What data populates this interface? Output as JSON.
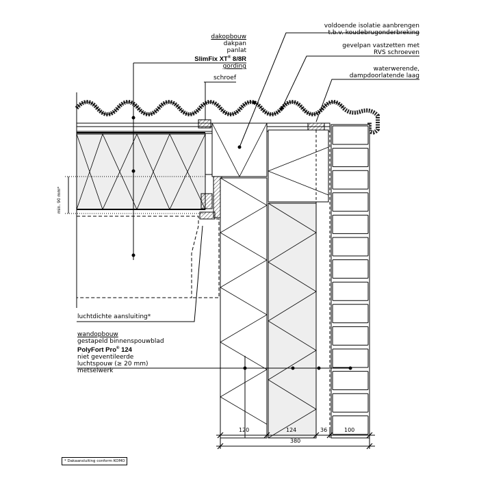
{
  "labels": {
    "dakopbouw": "dakopbouw",
    "dakpan": "dakpan",
    "panlat": "panlat",
    "slimfix": "SlimFix XT",
    "slimfix_reg": "®",
    "slimfix_suffix": " 8/8R",
    "gording": "gording",
    "schroef": "schroef",
    "isolatie_1": "voldoende isolatie aanbrengen",
    "isolatie_2": "t.b.v. koudebrugonderbreking",
    "gevelpan_1": "gevelpan vastzetten met",
    "gevelpan_2": "RVS schroeven",
    "water_1": "waterwerende,",
    "water_2": "dampdoorlatende laag",
    "luchtdicht": "luchtdichte aansluiting*",
    "wandopbouw": "wandopbouw",
    "binnenblad": "gestapeld binnenspouwblad",
    "polyfort": "PolyFort Pro",
    "polyfort_reg": "®",
    "polyfort_suffix": " 124",
    "niet_geventileerd": "niet geventileerde",
    "luchtspouw": "luchtspouw (≥ 20 mm)",
    "metselwerk": "metselwerk",
    "min90": "min. 90 mm*"
  },
  "dimensions": [
    "120",
    "124",
    "36",
    "100"
  ],
  "dimension_total": "380",
  "footnote": "* Dakaansluiting conform KOMO"
}
